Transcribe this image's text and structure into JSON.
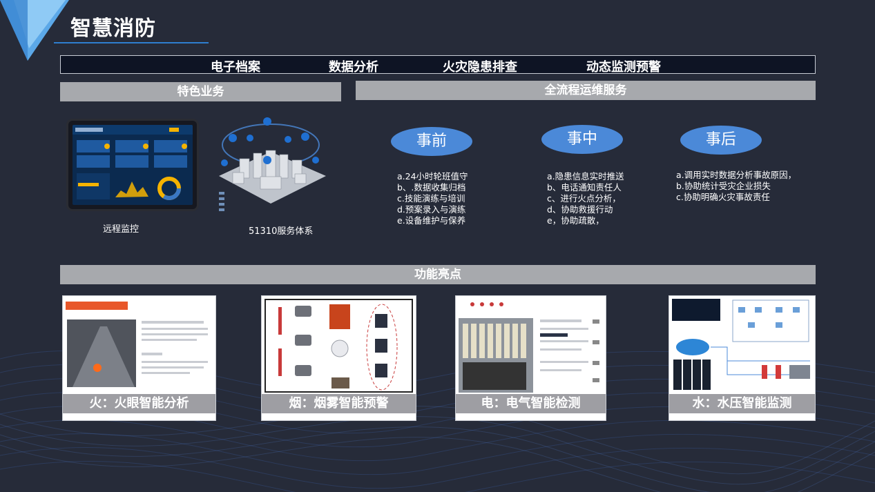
{
  "header": {
    "title": "智慧消防"
  },
  "top_tabs": [
    "电子档案",
    "数据分析",
    "火灾隐患排查",
    "动态监测预警"
  ],
  "sections": {
    "featured": "特色业务",
    "full_process": "全流程运维服务",
    "highlights": "功能亮点"
  },
  "featured_items": [
    {
      "caption": "远程监控",
      "icon": "monitor-dashboard-image"
    },
    {
      "caption": "51310服务体系",
      "icon": "isometric-city-image"
    }
  ],
  "phases": [
    {
      "label": "事前",
      "items": [
        "a.24小时轮班值守",
        "b、.数据收集归档",
        "c.技能演练与培训",
        "d.预案录入与演练",
        "e.设备维护与保养"
      ]
    },
    {
      "label": "事中",
      "items": [
        "a.隐患信息实时推送",
        "b、电话通知责任人",
        "c、进行火点分析，",
        "d、协助救援行动",
        "e，协助疏散，"
      ]
    },
    {
      "label": "事后",
      "items": [
        "a.调用实时数据分析事故原因，",
        "b.协助统计受灾企业损失",
        "c.协助明确火灾事故责任"
      ]
    }
  ],
  "feature_cards": [
    {
      "label": "火：火眼智能分析",
      "icon": "fire-camera-image"
    },
    {
      "label": "烟：烟雾智能预警",
      "icon": "smoke-detector-image"
    },
    {
      "label": "电：电气智能检测",
      "icon": "electrical-panel-image"
    },
    {
      "label": "水：水压智能监测",
      "icon": "water-pressure-network-image"
    }
  ],
  "colors": {
    "background": "#262b39",
    "accent": "#4b89d8",
    "section_header": "#a7a9ad",
    "title_line": "#2f7fd0"
  }
}
